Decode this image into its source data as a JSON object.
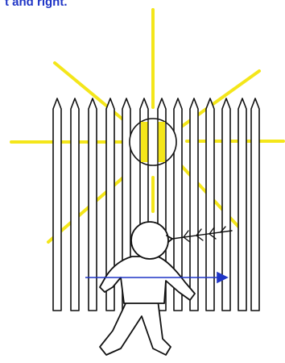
{
  "caption": "t and right.",
  "colors": {
    "caption": "#1f35c6",
    "sun_rays": "#f4e61a",
    "arrow": "#1f35c6",
    "outline": "#111111"
  },
  "icons": [
    "sun-icon",
    "picket-fence",
    "child-figure",
    "motion-arrow"
  ]
}
